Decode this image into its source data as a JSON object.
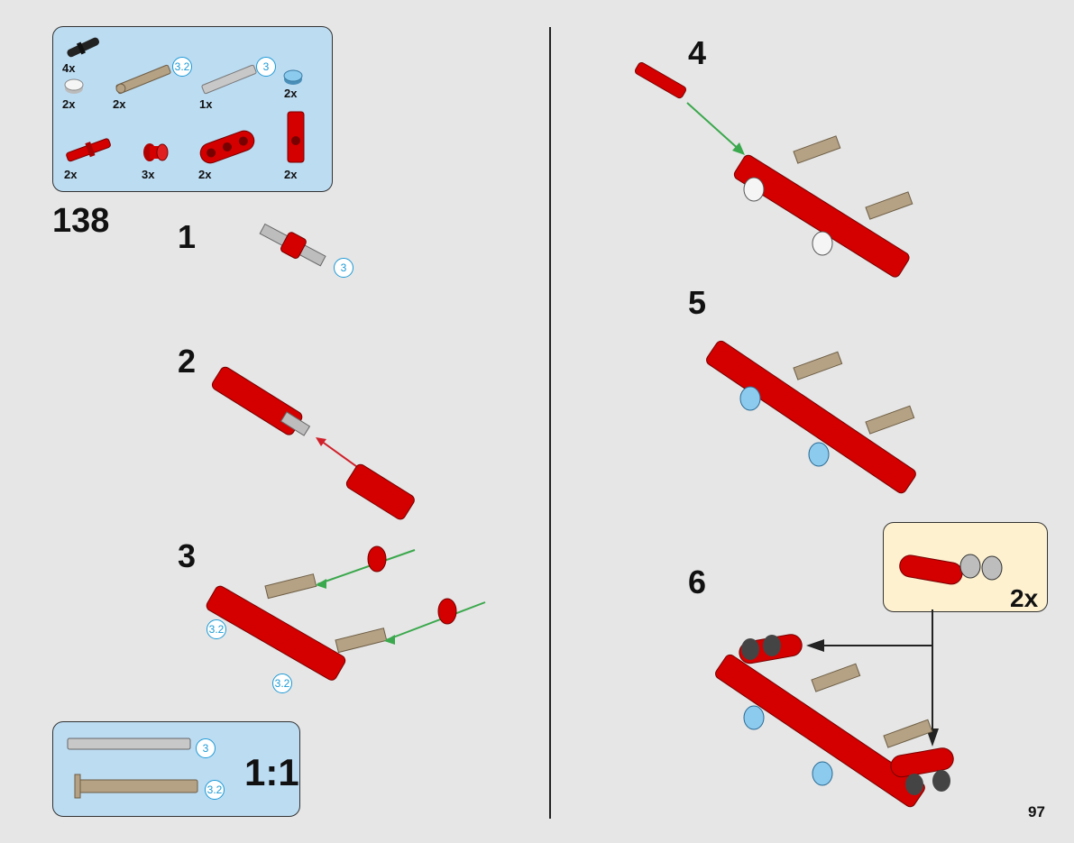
{
  "page": {
    "step_number": "138",
    "page_number": "97"
  },
  "parts_list": [
    {
      "qty": "4x",
      "part": "black-friction-pin"
    },
    {
      "qty": "2x",
      "part": "white-round-plate"
    },
    {
      "qty": "2x",
      "part": "tan-axle",
      "length": "3.2"
    },
    {
      "qty": "1x",
      "part": "grey-axle",
      "length": "3"
    },
    {
      "qty": "2x",
      "part": "trans-light-blue-round-plate"
    },
    {
      "qty": "2x",
      "part": "red-axle-pin"
    },
    {
      "qty": "3x",
      "part": "red-bush"
    },
    {
      "qty": "2x",
      "part": "red-liftarm-3"
    },
    {
      "qty": "2x",
      "part": "red-cross-block"
    }
  ],
  "substeps": [
    {
      "label": "1",
      "badge": "3"
    },
    {
      "label": "2"
    },
    {
      "label": "3",
      "badges": [
        "3.2",
        "3.2"
      ]
    },
    {
      "label": "4"
    },
    {
      "label": "5"
    },
    {
      "label": "6",
      "callout_multiplier": "2x"
    }
  ],
  "scale_box": {
    "label": "1:1",
    "axle_grey_badge": "3",
    "axle_tan_badge": "3.2"
  },
  "colors": {
    "panel_blue": "#bcdcf2",
    "callout_yellow": "#fdf1d0",
    "part_red": "#d40000",
    "arrow_green": "#3aa84c",
    "arrow_red": "#d0202a",
    "badge_blue": "#1c9ad6"
  }
}
